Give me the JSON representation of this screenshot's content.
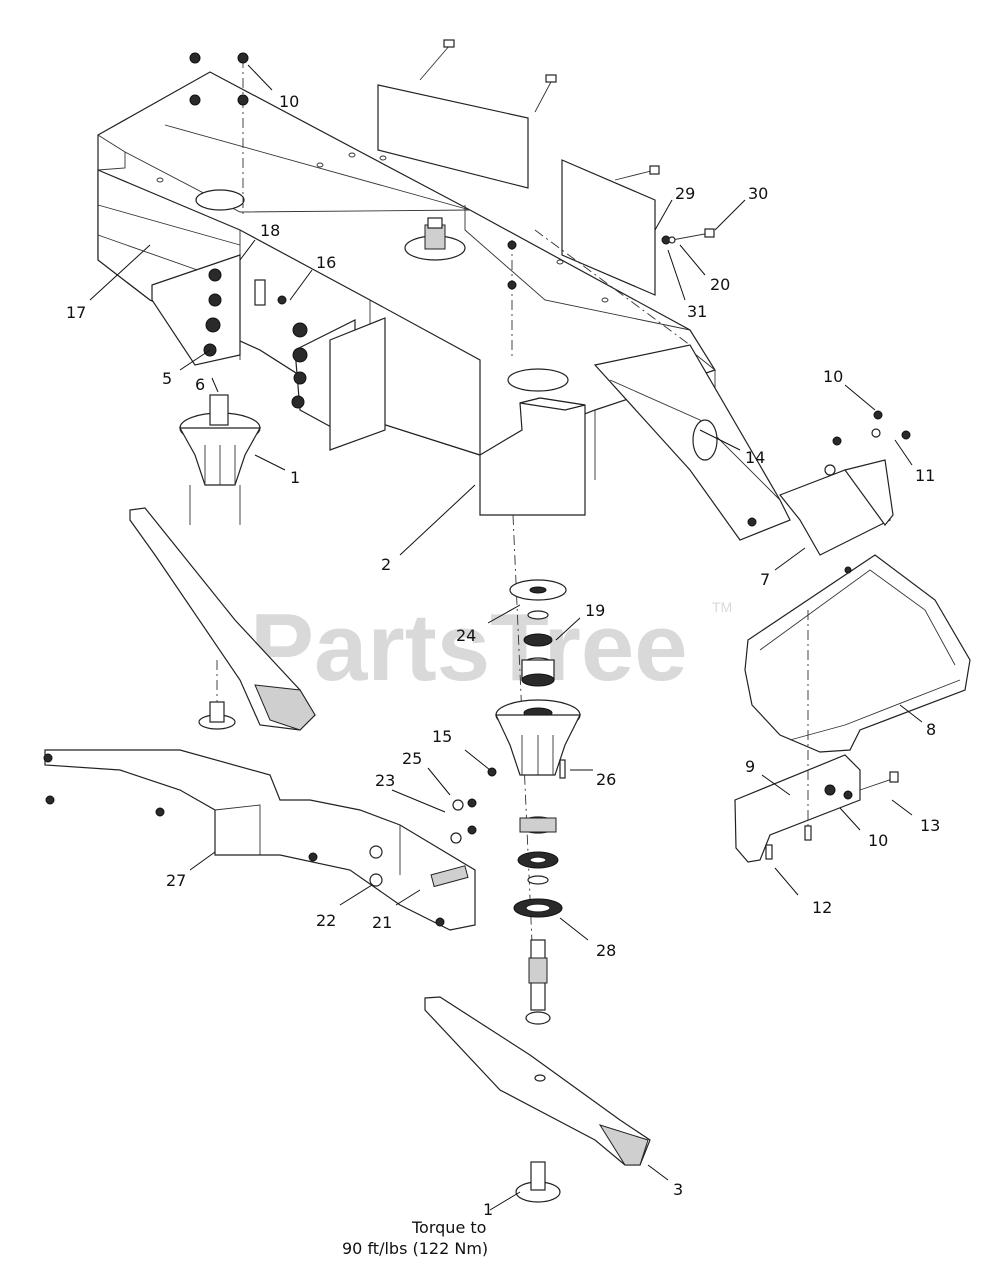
{
  "watermark": {
    "text": "PartsTree",
    "trademark": "TM"
  },
  "torque_note": {
    "line1": "Torque to",
    "line2": "90 ft/lbs (122 Nm)"
  },
  "callouts": [
    {
      "id": "c10a",
      "label": "10"
    },
    {
      "id": "c18",
      "label": "18"
    },
    {
      "id": "c16",
      "label": "16"
    },
    {
      "id": "c17",
      "label": "17"
    },
    {
      "id": "c5",
      "label": "5"
    },
    {
      "id": "c6",
      "label": "6"
    },
    {
      "id": "c1a",
      "label": "1"
    },
    {
      "id": "c2",
      "label": "2"
    },
    {
      "id": "c29",
      "label": "29"
    },
    {
      "id": "c30",
      "label": "30"
    },
    {
      "id": "c20",
      "label": "20"
    },
    {
      "id": "c31",
      "label": "31"
    },
    {
      "id": "c14",
      "label": "14"
    },
    {
      "id": "c10b",
      "label": "10"
    },
    {
      "id": "c11",
      "label": "11"
    },
    {
      "id": "c7",
      "label": "7"
    },
    {
      "id": "c24",
      "label": "24"
    },
    {
      "id": "c19",
      "label": "19"
    },
    {
      "id": "c8",
      "label": "8"
    },
    {
      "id": "c15",
      "label": "15"
    },
    {
      "id": "c25",
      "label": "25"
    },
    {
      "id": "c23",
      "label": "23"
    },
    {
      "id": "c26",
      "label": "26"
    },
    {
      "id": "c9",
      "label": "9"
    },
    {
      "id": "c13",
      "label": "13"
    },
    {
      "id": "c10c",
      "label": "10"
    },
    {
      "id": "c27",
      "label": "27"
    },
    {
      "id": "c22",
      "label": "22"
    },
    {
      "id": "c21",
      "label": "21"
    },
    {
      "id": "c12",
      "label": "12"
    },
    {
      "id": "c28",
      "label": "28"
    },
    {
      "id": "c3",
      "label": "3"
    },
    {
      "id": "c1b",
      "label": "1"
    }
  ]
}
